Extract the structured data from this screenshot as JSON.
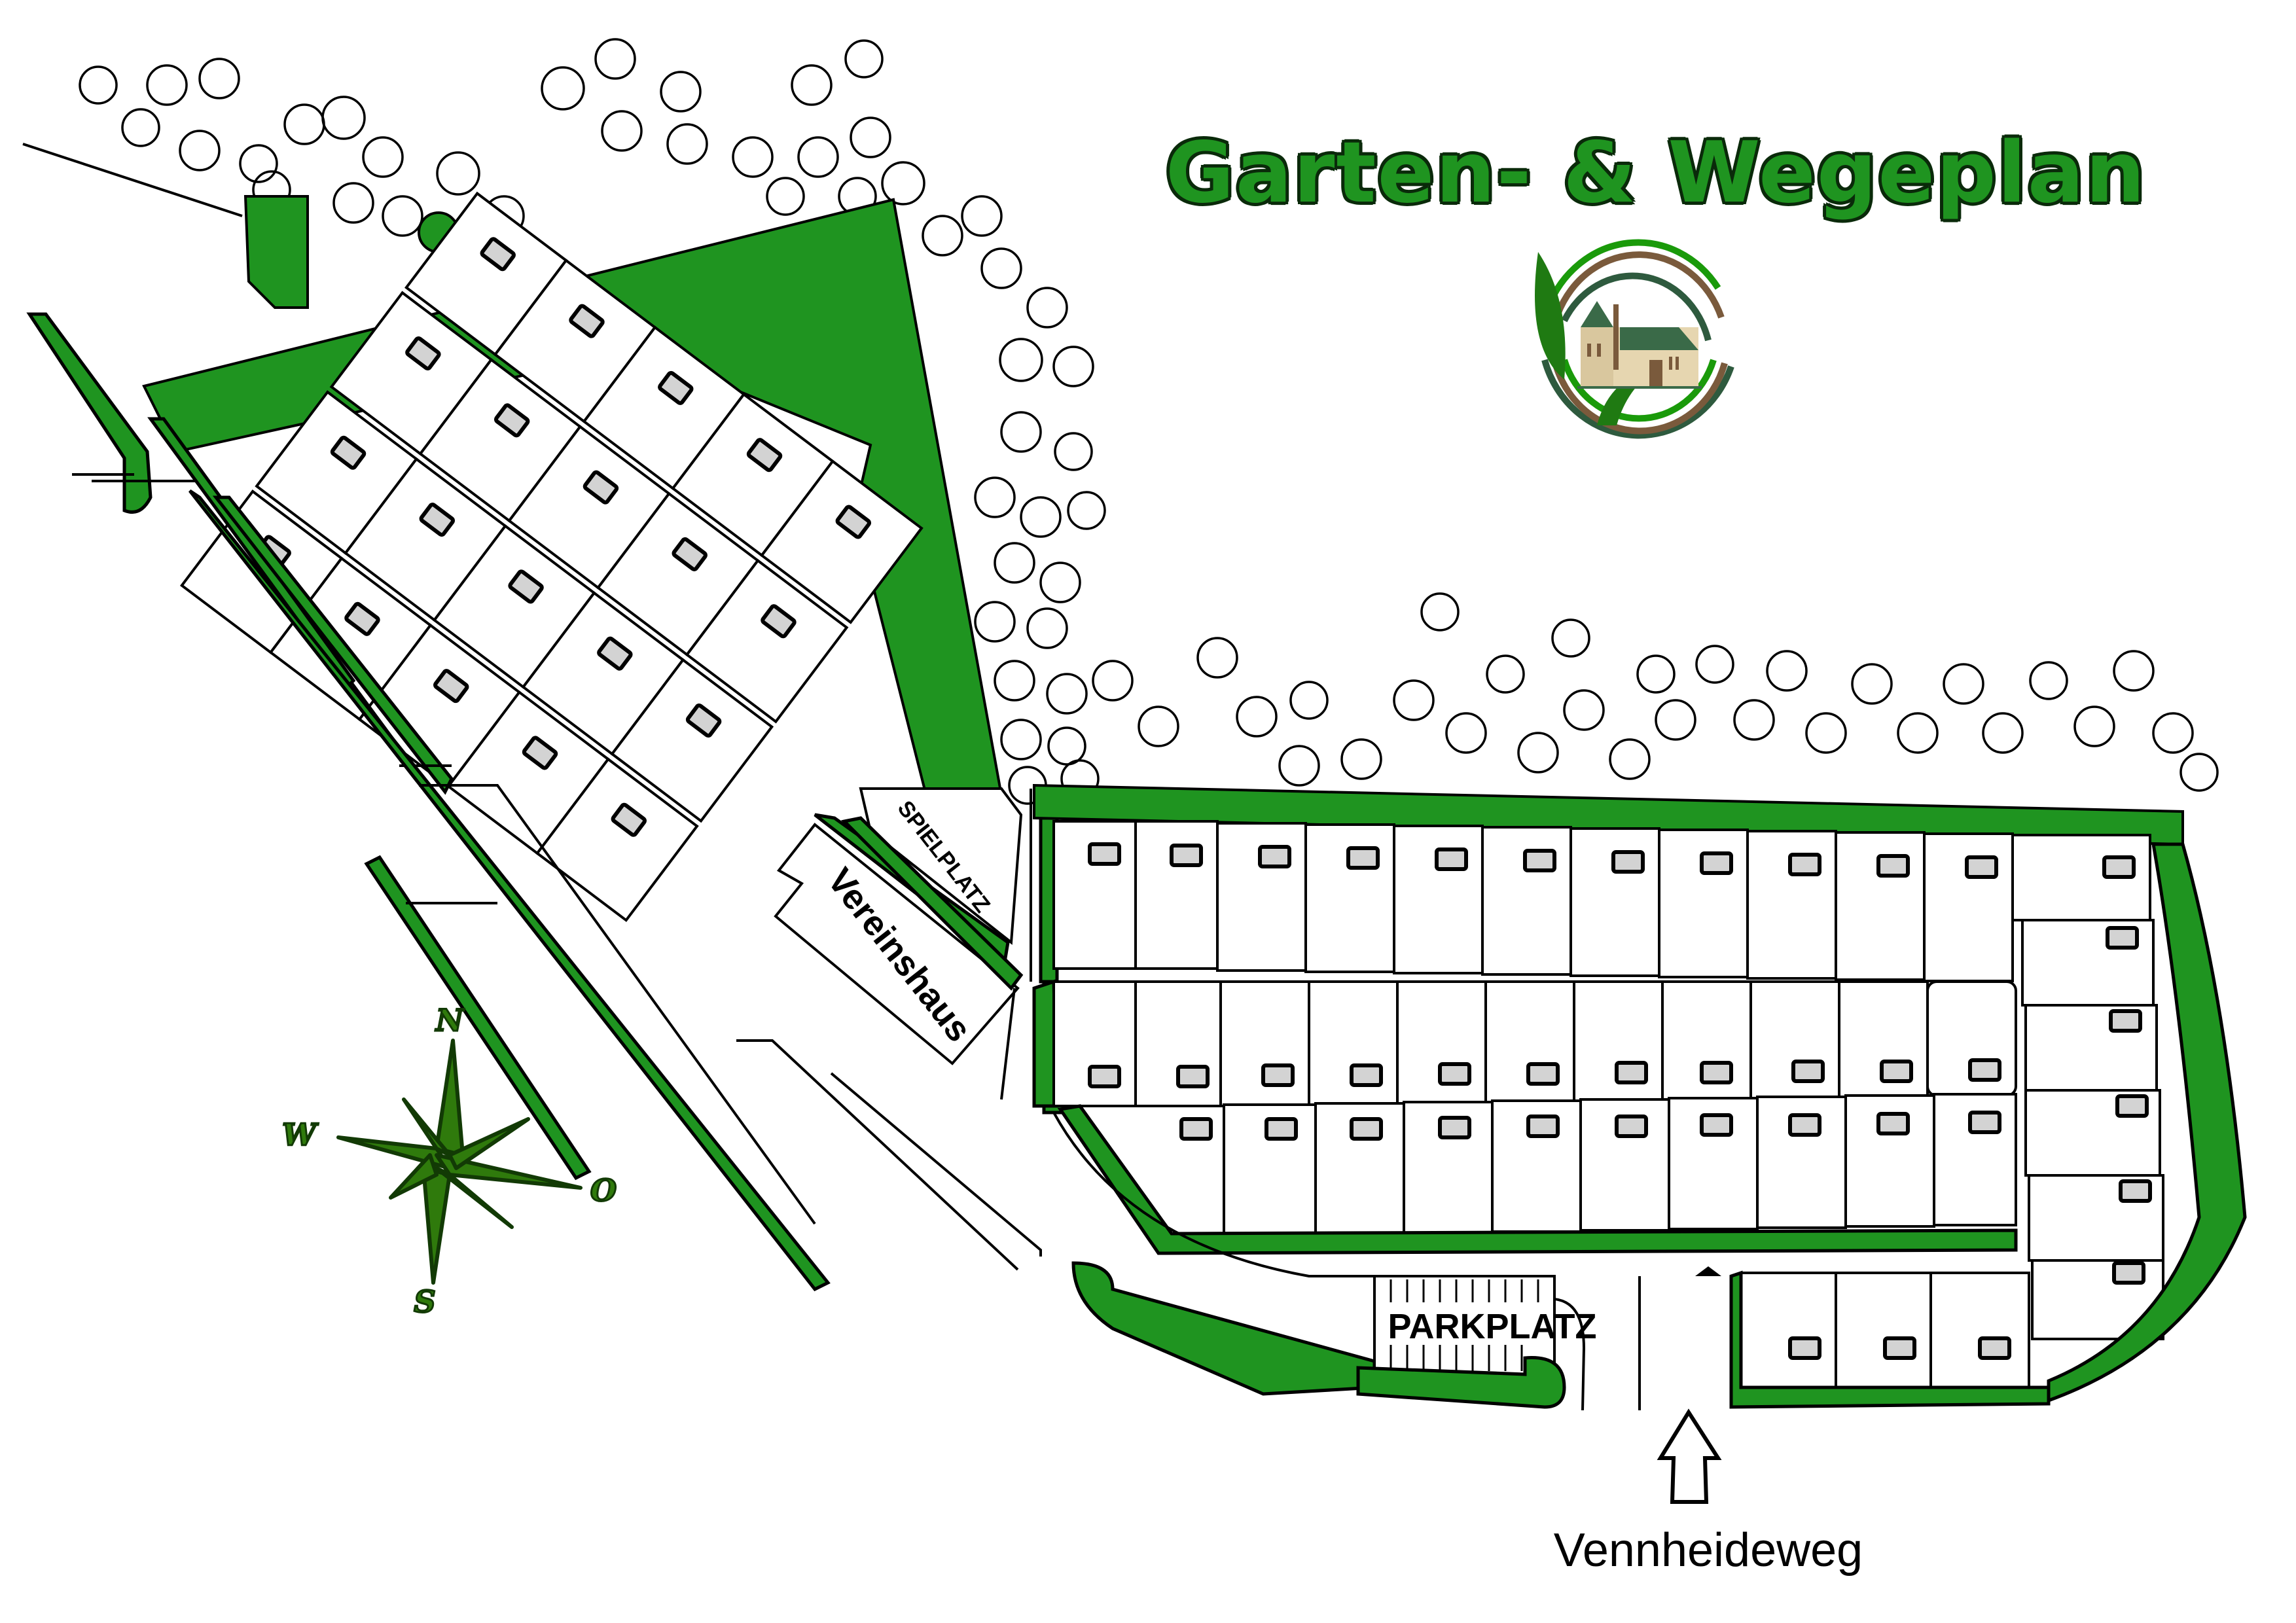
{
  "title": "Garten- & Wegeplan",
  "colors": {
    "green": "#1f9420",
    "compass_green": "#2f7a0c",
    "hut_gray": "#d3d3d3",
    "logo_green": "#1a9a0a",
    "logo_brown": "#7a5a3c",
    "logo_dark_green": "#2e5a3e",
    "house_wall": "#e6d6b0",
    "house_roof": "#3a6a48"
  },
  "labels": {
    "playground": "SPIELPLATZ",
    "clubhouse": "Vereinshaus",
    "parking": "PARKPLATZ",
    "entrance_road": "Vennheideweg"
  },
  "compass": {
    "north": "N",
    "east": "O",
    "south": "S",
    "west": "W"
  },
  "logo": {
    "icon": "house-leaf-circle-logo"
  },
  "legend_icons": {
    "garden_hut": "gray-square-hut-icon",
    "hedge": "green-hedge-band",
    "tree": "circle-tree-outline",
    "entrance": "up-arrow-icon"
  },
  "plots": {
    "right_block_top_row_count": 12,
    "right_block_middle_row_count": 11,
    "right_block_bottom_row_count": 10,
    "right_block_east_column_count": 6,
    "right_block_south_row_count": 3,
    "left_block_count": 20
  }
}
